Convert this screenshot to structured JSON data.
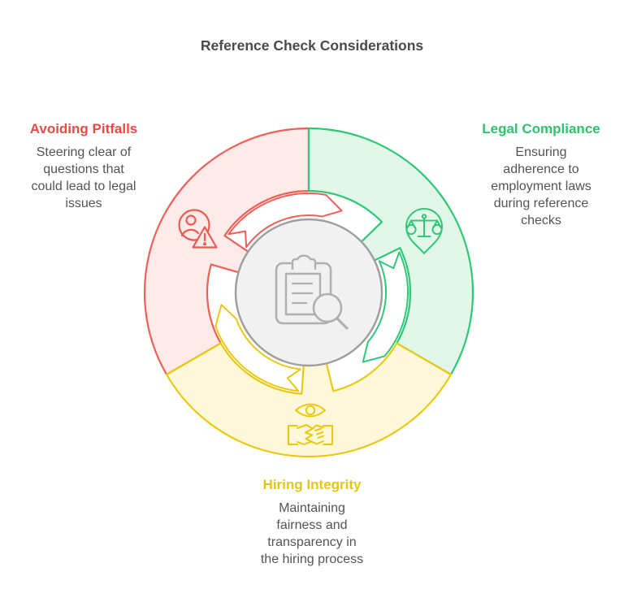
{
  "title": "Reference Check Considerations",
  "segments": [
    {
      "id": "avoiding-pitfalls",
      "label": "Avoiding Pitfalls",
      "description": "Steering clear of\nquestions that\ncould lead to legal\nissues",
      "accent_color": "#ee4a45",
      "stroke_color": "#f05f58",
      "fill_color": "#fcebe9",
      "icon": "user-warning-icon",
      "position": "left"
    },
    {
      "id": "legal-compliance",
      "label": "Legal Compliance",
      "description": "Ensuring\nadherence to\nemployment laws\nduring reference\nchecks",
      "accent_color": "#2cc46f",
      "stroke_color": "#2fc877",
      "fill_color": "#e2f6ea",
      "icon": "scales-pin-icon",
      "position": "right"
    },
    {
      "id": "hiring-integrity",
      "label": "Hiring Integrity",
      "description": "Maintaining\nfairness and\ntransparency in\nthe hiring process",
      "accent_color": "#e7c517",
      "stroke_color": "#e9c90e",
      "fill_color": "#fdf8da",
      "icon": "eye-handshake-icon",
      "position": "bottom"
    }
  ],
  "center": {
    "icon": "clipboard-search-icon",
    "fill_color": "#f1f1f1",
    "stroke_color": "#9e9e9e"
  },
  "title_color": "#4a4a4a",
  "body_text_color": "#545454"
}
